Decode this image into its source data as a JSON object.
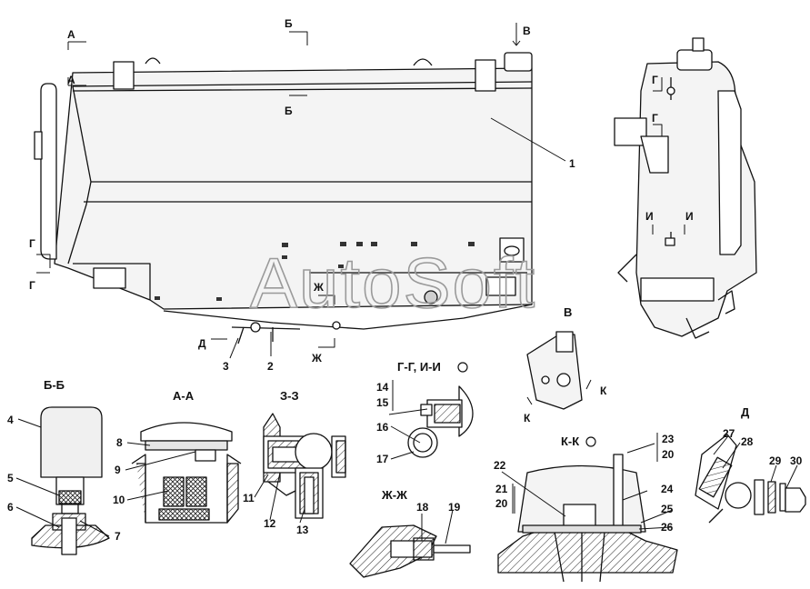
{
  "watermark": "AutoSoft",
  "section_labels": {
    "bb": "Б-Б",
    "aa": "А-А",
    "zz": "З-З",
    "gg_ii": "Г-Г, И-И",
    "zhzh": "Ж-Ж",
    "kk": "К-К",
    "v": "В",
    "d": "Д"
  },
  "cut_markers": {
    "a": "А",
    "b": "Б",
    "v": "В",
    "g": "Г",
    "i": "И",
    "zh": "Ж",
    "d": "Д",
    "k": "К"
  },
  "callouts": [
    "1",
    "2",
    "3",
    "4",
    "5",
    "6",
    "7",
    "8",
    "9",
    "10",
    "11",
    "12",
    "13",
    "14",
    "15",
    "16",
    "17",
    "18",
    "19",
    "20",
    "21",
    "22",
    "23",
    "24",
    "25",
    "26",
    "27",
    "28",
    "29",
    "30"
  ]
}
